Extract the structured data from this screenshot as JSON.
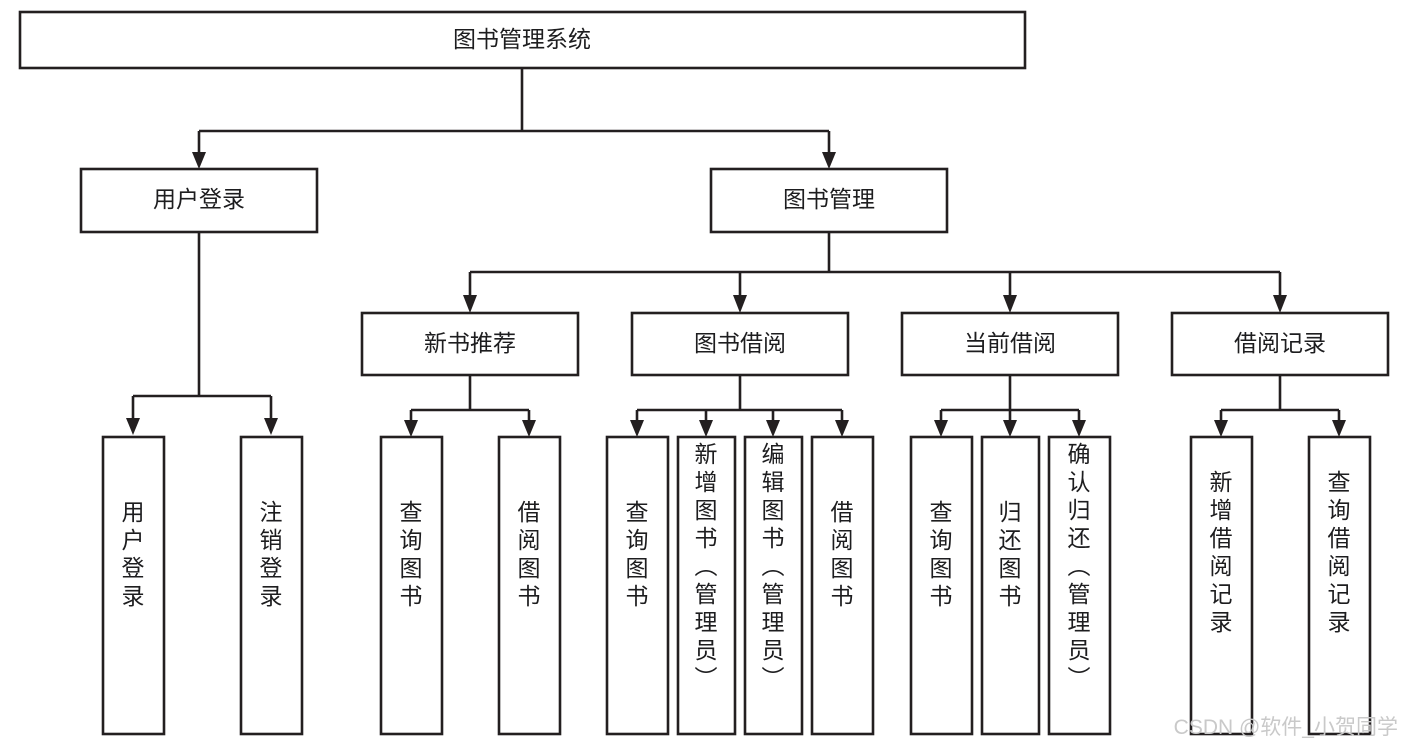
{
  "diagram": {
    "title": "图书管理系统",
    "type": "功能结构图",
    "orientation": "top-down-tree",
    "colors": {
      "stroke": "#231f20",
      "node_fill": "#ffffff",
      "text": "#1d1d1f",
      "background": "#ffffff",
      "watermark": "#c9c9c9"
    },
    "root": {
      "label": "图书管理系统",
      "level": 1
    },
    "level2": [
      {
        "label": "用户登录"
      },
      {
        "label": "图书管理"
      }
    ],
    "level3": [
      {
        "label": "新书推荐",
        "parent": "图书管理"
      },
      {
        "label": "图书借阅",
        "parent": "图书管理"
      },
      {
        "label": "当前借阅",
        "parent": "图书管理"
      },
      {
        "label": "借阅记录",
        "parent": "图书管理"
      }
    ],
    "leaves": {
      "user_login": [
        {
          "label": "用户登录"
        },
        {
          "label": "注销登录"
        }
      ],
      "new_book_recommend": [
        {
          "label": "查询图书"
        },
        {
          "label": "借阅图书"
        }
      ],
      "book_borrow": [
        {
          "label": "查询图书"
        },
        {
          "label": "新增图书（管理员）"
        },
        {
          "label": "编辑图书（管理员）"
        },
        {
          "label": "借阅图书"
        }
      ],
      "current_borrow": [
        {
          "label": "查询图书"
        },
        {
          "label": "归还图书"
        },
        {
          "label": "确认归还（管理员）"
        }
      ],
      "borrow_record": [
        {
          "label": "新增借阅记录"
        },
        {
          "label": "查询借阅记录"
        }
      ]
    },
    "watermark": "CSDN @软件_小贺同学"
  }
}
